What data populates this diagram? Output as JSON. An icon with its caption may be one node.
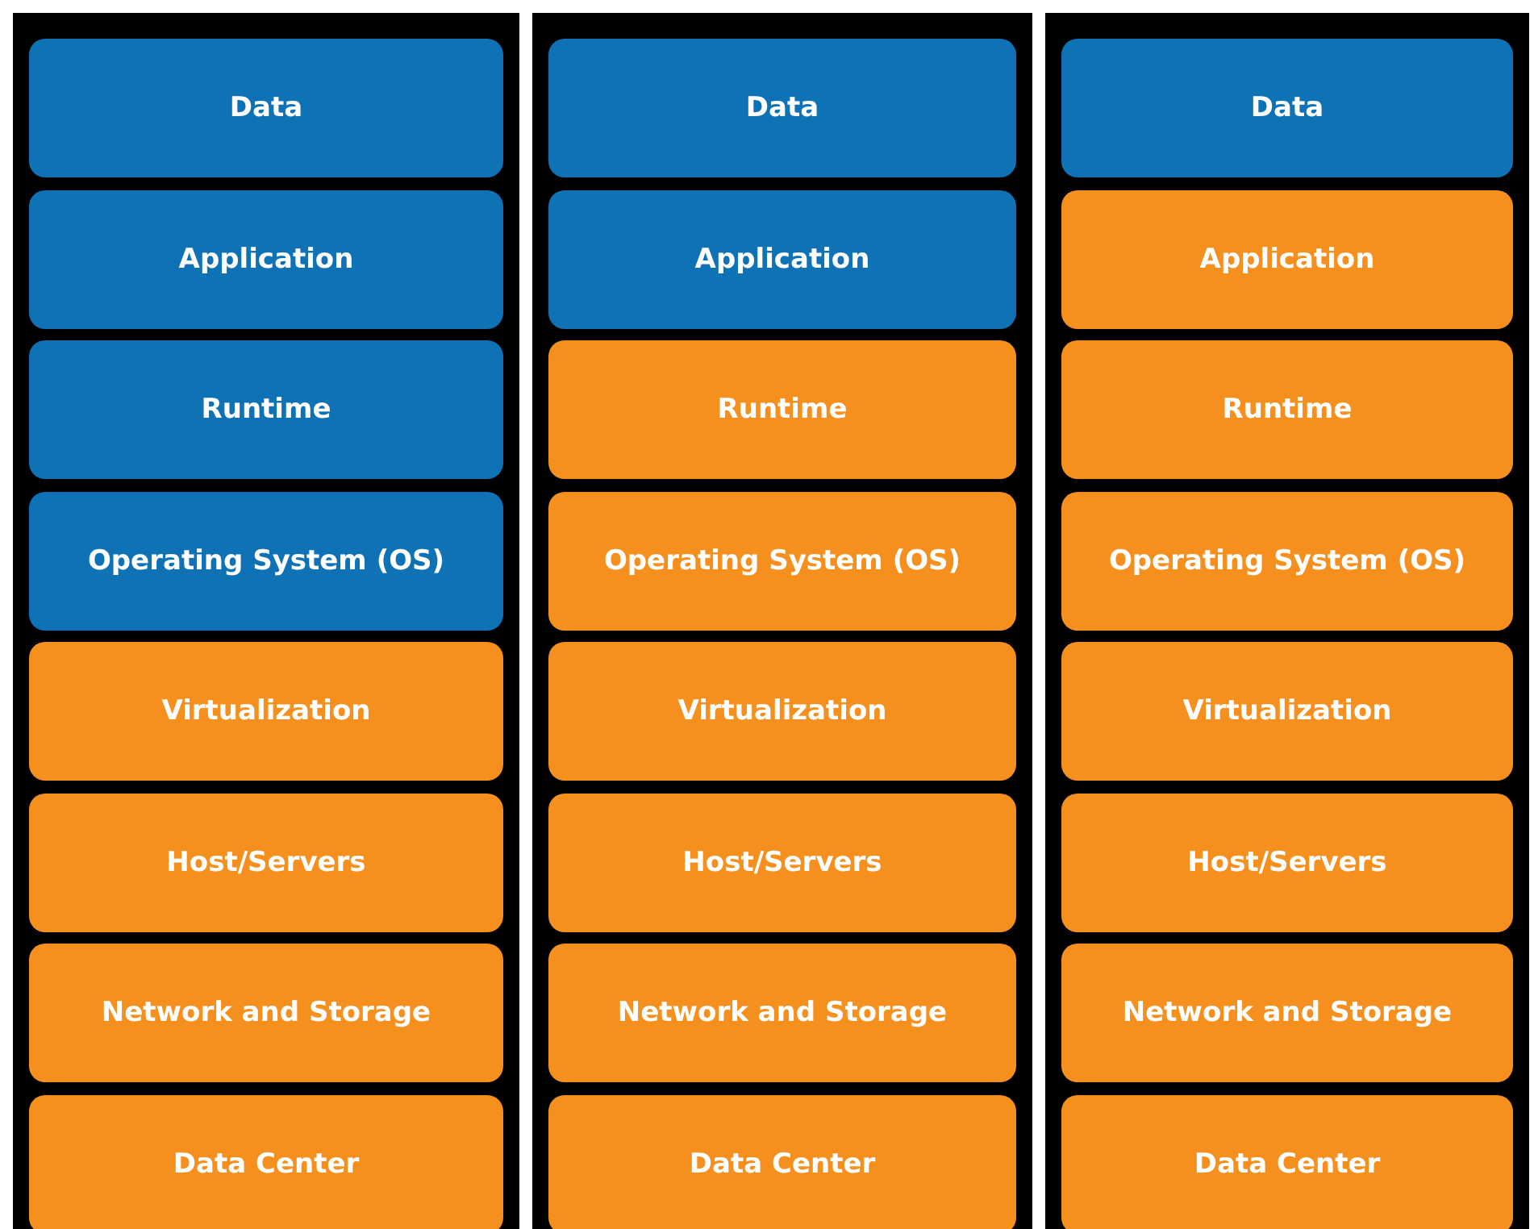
{
  "diagram": {
    "nodes": [
      {
        "text": [
          "Data"
        ]
      },
      {
        "text": [
          "Application"
        ]
      },
      {
        "text": [
          "Runtime"
        ]
      },
      {
        "text": [
          "Operating System (OS)"
        ]
      },
      {
        "text": [
          "Virtualization"
        ]
      },
      {
        "text": [
          "Host/Servers"
        ]
      },
      {
        "text": [
          "Network and Storage"
        ]
      },
      {
        "text": [
          "Data Center"
        ]
      },
      {
        "text": [
          "Data"
        ]
      },
      {
        "text": [
          "Application"
        ]
      },
      {
        "text": [
          "Runtime"
        ]
      },
      {
        "text": [
          "Operating System (OS)"
        ]
      },
      {
        "text": [
          "Virtualization"
        ]
      },
      {
        "text": [
          "Host/Servers"
        ]
      },
      {
        "text": [
          "Network and Storage"
        ]
      },
      {
        "text": [
          "Data Center"
        ]
      },
      {
        "text": [
          "Data"
        ]
      },
      {
        "text": [
          "Application"
        ]
      },
      {
        "text": [
          "Runtime"
        ]
      },
      {
        "text": [
          "Operating System (OS)"
        ]
      },
      {
        "text": [
          "Virtualization"
        ]
      },
      {
        "text": [
          "Host/Servers"
        ]
      },
      {
        "text": [
          "Network and Storage"
        ]
      },
      {
        "text": [
          "Data Center"
        ]
      }
    ]
  }
}
